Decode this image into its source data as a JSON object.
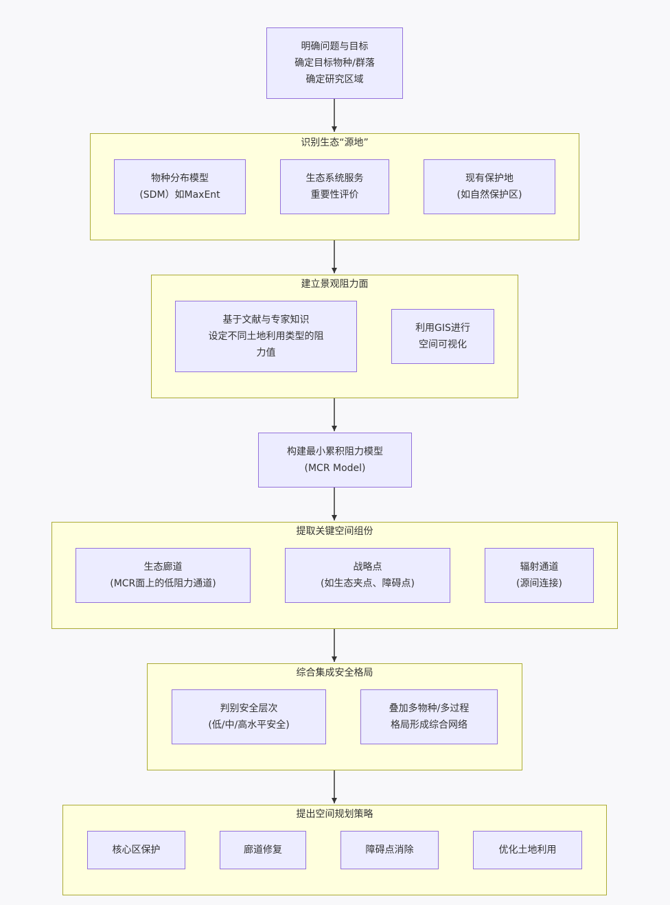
{
  "diagram": {
    "start": {
      "label": "明确问题与目标\n确定目标物种/群落\n确定研究区域"
    },
    "groups": [
      {
        "id": "sources",
        "title": "识别生态“源地”",
        "nodes": [
          {
            "label": "物种分布模型\n(SDM）如MaxEnt"
          },
          {
            "label": "生态系统服务\n重要性评价"
          },
          {
            "label": "现有保护地\n(如自然保护区)"
          }
        ]
      },
      {
        "id": "resistance",
        "title": "建立景观阻力面",
        "nodes": [
          {
            "label": "基于文献与专家知识\n设定不同土地利用类型的阻\n力值"
          },
          {
            "label": "利用GIS进行\n空间可视化"
          }
        ]
      }
    ],
    "mcr": {
      "label": "构建最小累积阻力模型\n(MCR Model)"
    },
    "groups2": [
      {
        "id": "components",
        "title": "提取关键空间组份",
        "nodes": [
          {
            "label": "生态廊道\n(MCR面上的低阻力通道)"
          },
          {
            "label": "战略点\n(如生态夹点、障碍点)"
          },
          {
            "label": "辐射通道\n(源间连接)"
          }
        ]
      },
      {
        "id": "integration",
        "title": "综合集成安全格局",
        "nodes": [
          {
            "label": "判别安全层次\n(低/中/高水平安全)"
          },
          {
            "label": "叠加多物种/多过程\n格局形成综合网络"
          }
        ]
      },
      {
        "id": "strategy",
        "title": "提出空间规划策略",
        "nodes": [
          {
            "label": "核心区保护"
          },
          {
            "label": "廊道修复"
          },
          {
            "label": "障碍点消除"
          },
          {
            "label": "优化土地利用"
          }
        ]
      }
    ]
  }
}
